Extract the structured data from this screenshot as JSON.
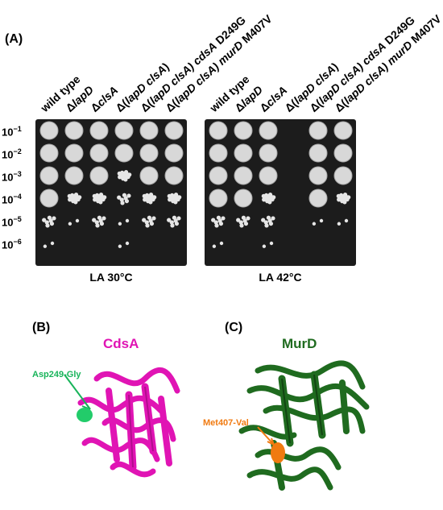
{
  "panelA": {
    "label": "(A)",
    "strains": [
      {
        "pre": "wild type",
        "it": "",
        "post": ""
      },
      {
        "pre": "Δ",
        "it": "lapD",
        "post": ""
      },
      {
        "pre": "Δ",
        "it": "clsA",
        "post": ""
      },
      {
        "pre": "Δ(",
        "it": "lapD clsA",
        "post": ")"
      },
      {
        "pre": "Δ(",
        "it": "lapD clsA) cdsA",
        "post": " D249G"
      },
      {
        "pre": "Δ(",
        "it": "lapD clsA) murD",
        "post": " M407V"
      }
    ],
    "dilutions": [
      {
        "base": "10",
        "exp": "−1"
      },
      {
        "base": "10",
        "exp": "−2"
      },
      {
        "base": "10",
        "exp": "−3"
      },
      {
        "base": "10",
        "exp": "−4"
      },
      {
        "base": "10",
        "exp": "−5"
      },
      {
        "base": "10",
        "exp": "−6"
      }
    ],
    "plates": [
      {
        "condition": "LA 30°C",
        "growth": [
          [
            4,
            4,
            4,
            4,
            4,
            4
          ],
          [
            4,
            4,
            4,
            4,
            4,
            4
          ],
          [
            4,
            4,
            4,
            3,
            4,
            4
          ],
          [
            4,
            3,
            3,
            2,
            3,
            3
          ],
          [
            2,
            1,
            2,
            1,
            2,
            2
          ],
          [
            1,
            0,
            0,
            1,
            0,
            0
          ]
        ]
      },
      {
        "condition": "LA 42°C",
        "growth": [
          [
            4,
            4,
            4,
            0,
            4,
            4
          ],
          [
            4,
            4,
            4,
            0,
            4,
            4
          ],
          [
            4,
            4,
            4,
            0,
            4,
            4
          ],
          [
            4,
            4,
            3,
            0,
            4,
            3
          ],
          [
            2,
            2,
            2,
            0,
            1,
            1
          ],
          [
            1,
            0,
            1,
            0,
            0,
            0
          ]
        ]
      }
    ]
  },
  "panelB": {
    "label": "(B)",
    "protein": "CdsA",
    "mutation": "Asp249-Gly",
    "color": "#e014b4",
    "mut_color": "#22cc6a"
  },
  "panelC": {
    "label": "(C)",
    "protein": "MurD",
    "mutation": "Met407-Val",
    "color": "#1f6b1f",
    "mut_color": "#f07a10"
  }
}
